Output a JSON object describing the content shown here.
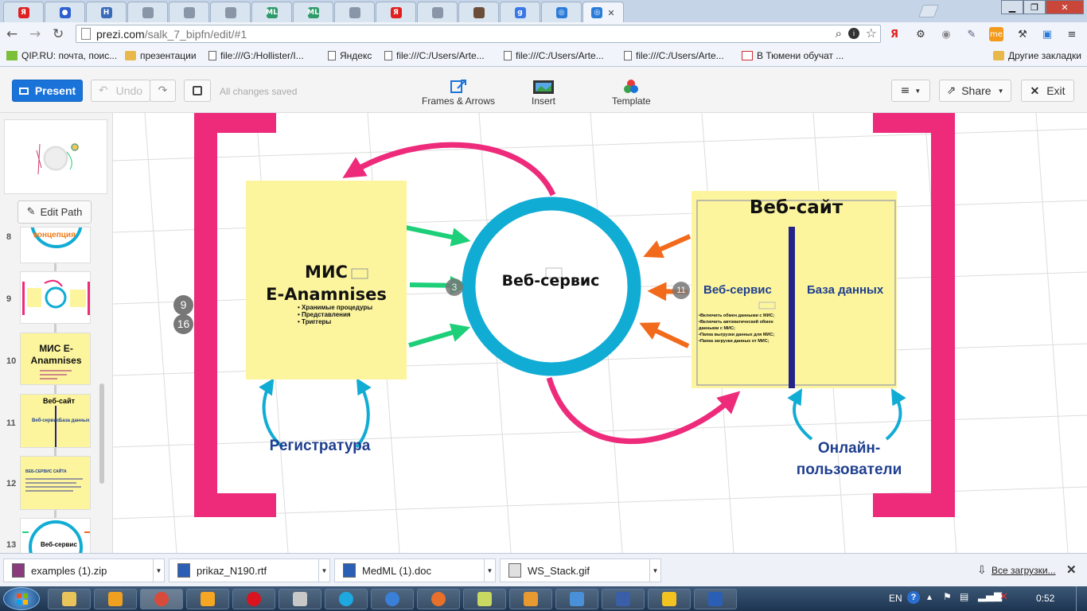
{
  "browser": {
    "tabs": [
      {
        "icon": "yandex-icon",
        "color": "#e02020",
        "glyph": "Я"
      },
      {
        "icon": "globe-icon",
        "color": "#2d5fd0",
        "glyph": "●"
      },
      {
        "icon": "h-icon",
        "color": "#3a6bb8",
        "glyph": "H"
      },
      {
        "icon": "page-icon",
        "color": "#8896a8",
        "glyph": ""
      },
      {
        "icon": "page-icon",
        "color": "#8896a8",
        "glyph": ""
      },
      {
        "icon": "page-icon",
        "color": "#8896a8",
        "glyph": ""
      },
      {
        "icon": "ml-icon",
        "color": "#2e9a6a",
        "glyph": "ML"
      },
      {
        "icon": "ml-icon",
        "color": "#2e9a6a",
        "glyph": "ML"
      },
      {
        "icon": "page-icon",
        "color": "#8896a8",
        "glyph": ""
      },
      {
        "icon": "yandex-icon",
        "color": "#e02020",
        "glyph": "Я"
      },
      {
        "icon": "page-icon",
        "color": "#8896a8",
        "glyph": ""
      },
      {
        "icon": "image-icon",
        "color": "#6b4e3a",
        "glyph": ""
      },
      {
        "icon": "google-icon",
        "color": "#3b78e7",
        "glyph": "g"
      },
      {
        "icon": "prezi-icon",
        "color": "#2a7bd8",
        "glyph": "◎"
      },
      {
        "icon": "prezi-icon",
        "color": "#2a7bd8",
        "glyph": "◎"
      }
    ],
    "url_host": "prezi.com",
    "url_path": "/salk_7_bipfn/edit/#1",
    "bookmarks": [
      {
        "label": "QIP.RU: почта, поис...",
        "type": "qip"
      },
      {
        "label": "презентации",
        "type": "folder"
      },
      {
        "label": "file:///G:/Hollister/I...",
        "type": "file"
      },
      {
        "label": "Яндекс",
        "type": "file"
      },
      {
        "label": "file:///C:/Users/Arte...",
        "type": "file"
      },
      {
        "label": "file:///C:/Users/Arte...",
        "type": "file"
      },
      {
        "label": "file:///C:/Users/Arte...",
        "type": "file"
      },
      {
        "label": "В Тюмени обучат ...",
        "type": "news"
      }
    ],
    "other_bookmarks": "Другие закладки"
  },
  "toolbar": {
    "present": "Present",
    "undo": "Undo",
    "status": "All changes saved",
    "frames": "Frames & Arrows",
    "insert": "Insert",
    "template": "Template",
    "share": "Share",
    "exit": "Exit"
  },
  "sidebar": {
    "edit_path": "Edit Path",
    "slides": [
      {
        "num": "8",
        "label": "концепция"
      },
      {
        "num": "9",
        "label": ""
      },
      {
        "num": "10",
        "label": "МИС E-Anamnises"
      },
      {
        "num": "11",
        "label": "Веб-сайт"
      },
      {
        "num": "12",
        "label": "ВЕБ-СЕРВИС САЙТА"
      },
      {
        "num": "13",
        "label": "Веб-сервис"
      }
    ]
  },
  "canvas": {
    "mis_title_1": "МИС",
    "mis_title_2": "E-Anamnises",
    "mis_bullets": [
      "Хранимые процедуры",
      "Представления",
      "Триггеры"
    ],
    "center_label": "Веб-сервис",
    "site_title": "Веб-сайт",
    "site_col1": "Веб-сервис",
    "site_col2": "База данных",
    "site_bullets": [
      "Включить обмен данными с МИС;",
      "Включить автоматический обмен данными с МИС;",
      "Папка выгрузки данных для МИС;",
      "Папка загрузки данных от МИС;"
    ],
    "registry": "Регистратура",
    "online_1": "Онлайн-",
    "online_2": "пользователи",
    "path_badges": [
      "9",
      "16"
    ],
    "step_badge_left": "3",
    "step_badge_right": "11"
  },
  "downloads": {
    "items": [
      "examples (1).zip",
      "prikaz_N190.rtf",
      "MedML (1).doc",
      "WS_Stack.gif"
    ],
    "all": "Все загрузки..."
  },
  "taskbar": {
    "lang": "EN",
    "time": "0:52"
  },
  "colors": {
    "accent_blue": "#1a73d9",
    "magenta": "#ee2a7b",
    "cyan": "#10acd4",
    "green_arrow": "#1ecf7a",
    "orange_arrow": "#f26a1b",
    "navy_text": "#1f3f8f",
    "note_yellow": "#fcf59e"
  }
}
